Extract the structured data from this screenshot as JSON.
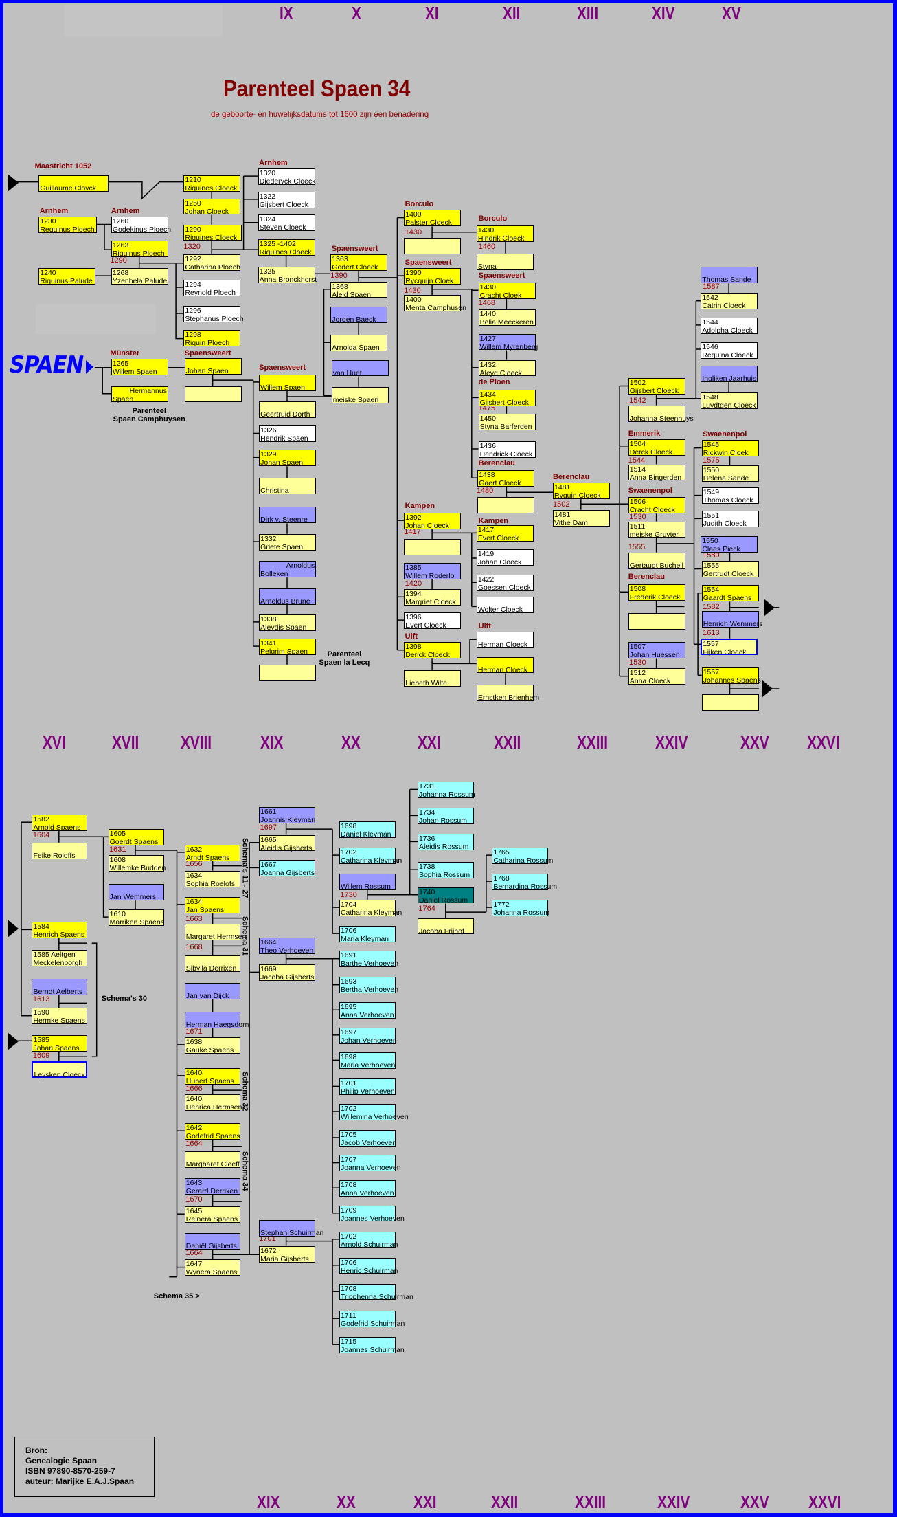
{
  "title": "Parenteel  Spaen 34",
  "subtitle": "de geboorte- en huwelijksdatums tot 1600 zijn een benadering",
  "logo": "SPAEN",
  "generations_top": [
    "IX",
    "X",
    "XI",
    "XII",
    "XIII",
    "XIV",
    "XV"
  ],
  "generations_mid": [
    "XVI",
    "XVII",
    "XVIII",
    "XIX",
    "XX",
    "XXI",
    "XXII",
    "XXIII",
    "XXIV",
    "XXV",
    "XXVI"
  ],
  "generations_bottom": [
    "XIX",
    "XX",
    "XXI",
    "XXII",
    "XXIII",
    "XXIV",
    "XXV",
    "XXVI"
  ],
  "notes": {
    "camphuysen": "Parenteel\nSpaen Camphuysen",
    "la_lecq": "Parenteel\nSpaen la Lecq",
    "schema30": "Schema's 30",
    "schema35": "Schema 35 >",
    "schema11_27": "Schema's 11 - 27",
    "schema31": "Schema 31",
    "schema32": "Schema 32",
    "schema34": "Schema 34"
  },
  "source": {
    "label": "Bron:",
    "book": "Genealogie Spaan",
    "isbn": "ISBN 97890-8570-259-7",
    "author": "auteur: Marijke E.A.J.Spaan"
  },
  "colors": {
    "line": "#ffff00",
    "spouse": "#ffff99",
    "child": "#ffffff",
    "inlaw": "#9999ff",
    "desc": "#99ffff",
    "focus": "#008080",
    "place": "#800000",
    "generation": "#800080",
    "border": "#0000ff"
  },
  "places": [
    "Maastricht 1052",
    "Arnhem",
    "Arnhem",
    "Arnhem",
    "Borculo",
    "Borculo",
    "Spaensweert",
    "Spaensweert",
    "Spaensweert",
    "Münster",
    "Spaensweert",
    "Spaensweert",
    "de Ploen",
    "Berenclau",
    "Berenclau",
    "Kampen",
    "Kampen",
    "Ulft",
    "Ulft",
    "Emmerik",
    "Swaenenpol",
    "Swaenenpol",
    "Berenclau"
  ],
  "marriage_years": [
    "1290",
    "1320",
    "1390",
    "1430",
    "1430",
    "1460",
    "1468",
    "1475",
    "1480",
    "1417",
    "1420",
    "1502",
    "1542",
    "1544",
    "1530",
    "1555",
    "1530",
    "1587",
    "1575",
    "1580",
    "1582",
    "1613",
    "1604",
    "1613",
    "1609",
    "1631",
    "1656",
    "1663",
    "1668",
    "1671",
    "1666",
    "1664",
    "1670",
    "1664",
    "1697",
    "1701",
    "1730",
    "1764"
  ],
  "persons": [
    {
      "y": "",
      "n": "Guillaume Clovck",
      "k": "line"
    },
    {
      "y": "1230",
      "n": "Requinus Ploech",
      "k": "line"
    },
    {
      "y": "1260",
      "n": "Godekinus Ploech",
      "k": "child"
    },
    {
      "y": "1263",
      "n": "Riquinus Ploech",
      "k": "line"
    },
    {
      "y": "1240",
      "n": "Riquinus Palude",
      "k": "line"
    },
    {
      "y": "1268",
      "n": "Yzenbela Palude",
      "k": "spouse"
    },
    {
      "y": "1210",
      "n": "Riquines Cloeck",
      "k": "line"
    },
    {
      "y": "1250",
      "n": "Johan Cloeck",
      "k": "line"
    },
    {
      "y": "1290",
      "n": "Riquines Cloeck",
      "k": "line"
    },
    {
      "y": "1292",
      "n": "Catharina Ploech",
      "k": "spouse"
    },
    {
      "y": "1294",
      "n": "Reynold Ploech",
      "k": "child"
    },
    {
      "y": "1296",
      "n": "Stephanus Ploech",
      "k": "child"
    },
    {
      "y": "1298",
      "n": "Riquin Ploech",
      "k": "line"
    },
    {
      "y": "1320",
      "n": "Diederyck Cloeck",
      "k": "child"
    },
    {
      "y": "1322",
      "n": "Gijsbert Cloeck",
      "k": "child"
    },
    {
      "y": "1324",
      "n": "Steven Cloeck",
      "k": "child"
    },
    {
      "y": "1325 -1402",
      "n": "Riquines Cloeck",
      "k": "line"
    },
    {
      "y": "1325",
      "n": "Anna Bronckhorst",
      "k": "spouse"
    },
    {
      "y": "1363",
      "n": "Godert Cloeck",
      "k": "line"
    },
    {
      "y": "1368",
      "n": "Aleid Spaen",
      "k": "spouse"
    },
    {
      "y": "",
      "n": "Jorden Baeck",
      "k": "inlaw"
    },
    {
      "y": "",
      "n": "Arnolda Spaen",
      "k": "spouse"
    },
    {
      "y": "",
      "n": "van Huet",
      "k": "inlaw"
    },
    {
      "y": "",
      "n": "meiske Spaen",
      "k": "spouse"
    },
    {
      "y": "1265",
      "n": "Willem Spaen",
      "k": "line"
    },
    {
      "y": "Hermannus",
      "n": "Spaen",
      "k": "line"
    },
    {
      "y": "",
      "n": "Johan Spaen",
      "k": "line"
    },
    {
      "y": "",
      "n": "",
      "k": "spouse"
    },
    {
      "y": "",
      "n": "Willem Spaen",
      "k": "line"
    },
    {
      "y": "",
      "n": "Geertruid Dorth",
      "k": "spouse"
    },
    {
      "y": "1326",
      "n": "Hendrik Spaen",
      "k": "child"
    },
    {
      "y": "1329",
      "n": "Johan Spaen",
      "k": "line"
    },
    {
      "y": "",
      "n": "Christina",
      "k": "spouse"
    },
    {
      "y": "",
      "n": "Dirk v. Steenre",
      "k": "inlaw"
    },
    {
      "y": "1332",
      "n": "Griete Spaen",
      "k": "spouse"
    },
    {
      "y": "Arnoldus",
      "n": "Bolleken",
      "k": "inlaw"
    },
    {
      "y": "",
      "n": "Arnoldus Brune",
      "k": "inlaw"
    },
    {
      "y": "1338",
      "n": "Aleydis Spaen",
      "k": "spouse"
    },
    {
      "y": "1341",
      "n": "Pelgrim Spaen",
      "k": "line"
    },
    {
      "y": "",
      "n": "",
      "k": "spouse"
    },
    {
      "y": "1400",
      "n": "Palster Cloeck",
      "k": "line"
    },
    {
      "y": "",
      "n": "",
      "k": "spouse"
    },
    {
      "y": "1390",
      "n": "Rycquijn Cloek",
      "k": "line"
    },
    {
      "y": "1400",
      "n": "Menta Camphusen",
      "k": "spouse"
    },
    {
      "y": "1430",
      "n": "Hindrik Cloeck",
      "k": "line"
    },
    {
      "y": "",
      "n": "Styna",
      "k": "spouse"
    },
    {
      "y": "1430",
      "n": "Cracht Cloek",
      "k": "line"
    },
    {
      "y": "1440",
      "n": "Belia Meeckeren",
      "k": "spouse"
    },
    {
      "y": "1427",
      "n": "Willem Myrenberg",
      "k": "inlaw"
    },
    {
      "y": "1432",
      "n": "Aleyd Cloeck",
      "k": "spouse"
    },
    {
      "y": "1434",
      "n": "Gijsbert Cloeck",
      "k": "line"
    },
    {
      "y": "1450",
      "n": "Styna Barferden",
      "k": "spouse"
    },
    {
      "y": "1436",
      "n": "Hendrick Cloeck",
      "k": "child"
    },
    {
      "y": "1438",
      "n": "Gaert Cloeck",
      "k": "line"
    },
    {
      "y": "",
      "n": "",
      "k": "spouse"
    },
    {
      "y": "1392",
      "n": "Johan Cloeck",
      "k": "line"
    },
    {
      "y": "",
      "n": "",
      "k": "spouse"
    },
    {
      "y": "1385",
      "n": "Willem Roderlo",
      "k": "inlaw"
    },
    {
      "y": "1394",
      "n": "Margriet Cloeck",
      "k": "spouse"
    },
    {
      "y": "1396",
      "n": "Evert Cloeck",
      "k": "child"
    },
    {
      "y": "1398",
      "n": "Derick Cloeck",
      "k": "line"
    },
    {
      "y": "",
      "n": "Liebeth Wilte",
      "k": "spouse"
    },
    {
      "y": "1417",
      "n": "Evert Cloeck",
      "k": "line"
    },
    {
      "y": "1419",
      "n": "Johan Cloeck",
      "k": "child"
    },
    {
      "y": "1422",
      "n": "Goessen Cloeck",
      "k": "child"
    },
    {
      "y": "",
      "n": "Wolter Cloeck",
      "k": "child"
    },
    {
      "y": "",
      "n": "Herman Cloeck",
      "k": "child"
    },
    {
      "y": "",
      "n": "Herman Cloeck",
      "k": "line"
    },
    {
      "y": "",
      "n": "Ernstken Brienhem",
      "k": "spouse"
    },
    {
      "y": "1481",
      "n": "Ryquin Cloeck",
      "k": "line"
    },
    {
      "y": "1481",
      "n": "Vithe Dam",
      "k": "spouse"
    },
    {
      "y": "1502",
      "n": "Gijsbert Cloeck",
      "k": "line"
    },
    {
      "y": "",
      "n": "Johanna Steenhuys",
      "k": "spouse"
    },
    {
      "y": "1504",
      "n": "Derck Cloeck",
      "k": "line"
    },
    {
      "y": "1514",
      "n": "Anna Bingerden",
      "k": "spouse"
    },
    {
      "y": "1506",
      "n": "Cracht Cloeck",
      "k": "line"
    },
    {
      "y": "1511",
      "n": "meiske Gruyter",
      "k": "spouse"
    },
    {
      "y": "",
      "n": "Gertaudt Buchell",
      "k": "spouse"
    },
    {
      "y": "1508",
      "n": "Frederik Cloeck",
      "k": "line"
    },
    {
      "y": "",
      "n": "",
      "k": "spouse"
    },
    {
      "y": "1507",
      "n": "Johan Huessen",
      "k": "inlaw"
    },
    {
      "y": "1512",
      "n": "Anna Cloeck",
      "k": "spouse"
    },
    {
      "y": "",
      "n": "Thomas Sande",
      "k": "inlaw"
    },
    {
      "y": "1542",
      "n": "Catrin Cloeck",
      "k": "spouse"
    },
    {
      "y": "1544",
      "n": "Adolpha Cloeck",
      "k": "child"
    },
    {
      "y": "1546",
      "n": "Requina Cloeck",
      "k": "child"
    },
    {
      "y": "",
      "n": "Ingliken Jaarhuis",
      "k": "inlaw"
    },
    {
      "y": "1548",
      "n": "Luydtgen Cloeck",
      "k": "spouse"
    },
    {
      "y": "1545",
      "n": "Rickwin Cloek",
      "k": "line"
    },
    {
      "y": "1550",
      "n": "Helena Sande",
      "k": "spouse"
    },
    {
      "y": "1549",
      "n": "Thomas Cloeck",
      "k": "child"
    },
    {
      "y": "1551",
      "n": "Judith Cloeck",
      "k": "child"
    },
    {
      "y": "1550",
      "n": "Claes Pieck",
      "k": "inlaw"
    },
    {
      "y": "1555",
      "n": "Gertrudt Cloeck",
      "k": "spouse"
    },
    {
      "y": "1554",
      "n": "Gaardt Spaens",
      "k": "line"
    },
    {
      "y": "",
      "n": "Henrich Wemmers",
      "k": "inlaw"
    },
    {
      "y": "1557",
      "n": "Fijken Cloeck",
      "k": "spouse",
      "hl": true
    },
    {
      "y": "1557",
      "n": "Johannes Spaens",
      "k": "line"
    },
    {
      "y": "",
      "n": "",
      "k": "spouse"
    },
    {
      "y": "1582",
      "n": "Arnold Spaens",
      "k": "line"
    },
    {
      "y": "",
      "n": "Feike Roloffs",
      "k": "spouse"
    },
    {
      "y": "1584",
      "n": "Henrich Spaens",
      "k": "line"
    },
    {
      "y": "1585     Aeltgen",
      "n": "Meckelenborgh",
      "k": "spouse"
    },
    {
      "y": "",
      "n": "Berndt Aelberts",
      "k": "inlaw"
    },
    {
      "y": "1590",
      "n": "Hermke Spaens",
      "k": "spouse"
    },
    {
      "y": "1585",
      "n": "Johan Spaens",
      "k": "line"
    },
    {
      "y": "",
      "n": "Leysken Cloeck",
      "k": "spouse",
      "hl": true
    },
    {
      "y": "1605",
      "n": "Goerdt Spaens",
      "k": "line"
    },
    {
      "y": "1608",
      "n": "Willemke Budden",
      "k": "spouse"
    },
    {
      "y": "",
      "n": "Jan Wemmers",
      "k": "inlaw"
    },
    {
      "y": "1610",
      "n": "Marriken Spaens",
      "k": "spouse"
    },
    {
      "y": "1632",
      "n": "Arndt Spaens",
      "k": "line"
    },
    {
      "y": "1634",
      "n": "Sophia Roelofs",
      "k": "spouse"
    },
    {
      "y": "1634",
      "n": "Jan Spaens",
      "k": "line"
    },
    {
      "y": "",
      "n": "Margaret Hermsen",
      "k": "spouse"
    },
    {
      "y": "",
      "n": "Sibylla Derrixen",
      "k": "spouse"
    },
    {
      "y": "",
      "n": "Jan van Dijck",
      "k": "inlaw"
    },
    {
      "y": "",
      "n": "Herman Haegsdorn",
      "k": "inlaw"
    },
    {
      "y": "1638",
      "n": "Gauke Spaens",
      "k": "spouse"
    },
    {
      "y": "1640",
      "n": "Hubert Spaens",
      "k": "line"
    },
    {
      "y": "1640",
      "n": "Henrica Hermsen",
      "k": "spouse"
    },
    {
      "y": "1642",
      "n": "Godefrid Spaens",
      "k": "line"
    },
    {
      "y": "",
      "n": "Margharet Cleeff",
      "k": "spouse"
    },
    {
      "y": "1643",
      "n": "Gerard Derrixen",
      "k": "inlaw"
    },
    {
      "y": "1645",
      "n": "Reinera Spaens",
      "k": "spouse"
    },
    {
      "y": "",
      "n": "Daniël Gijsberts",
      "k": "inlaw"
    },
    {
      "y": "1647",
      "n": "Wynera Spaens",
      "k": "spouse"
    },
    {
      "y": "1661",
      "n": "Joannis Kleyman",
      "k": "inlaw"
    },
    {
      "y": "1665",
      "n": "Aleidis Gijsberts",
      "k": "spouse"
    },
    {
      "y": "1667",
      "n": "Joanna Gijsberts",
      "k": "desc"
    },
    {
      "y": "1664",
      "n": "Theo Verhoeven",
      "k": "inlaw"
    },
    {
      "y": "1669",
      "n": "Jacoba Gijsberts",
      "k": "spouse"
    },
    {
      "y": "",
      "n": "Stephan Schuirman",
      "k": "inlaw"
    },
    {
      "y": "1672",
      "n": "Maria Gijsberts",
      "k": "spouse"
    },
    {
      "y": "1698",
      "n": "Daniël Kleyman",
      "k": "desc"
    },
    {
      "y": "1702",
      "n": "Catharina Kleyman",
      "k": "desc"
    },
    {
      "y": "",
      "n": "Willem Rossum",
      "k": "inlaw"
    },
    {
      "y": "1704",
      "n": "Catharina Kleyman",
      "k": "spouse"
    },
    {
      "y": "1706",
      "n": "Maria Kleyman",
      "k": "desc"
    },
    {
      "y": "1691",
      "n": "Barthe Verhoeven",
      "k": "desc"
    },
    {
      "y": "1693",
      "n": "Bertha Verhoeven",
      "k": "desc"
    },
    {
      "y": "1695",
      "n": "Anna Verhoeven",
      "k": "desc"
    },
    {
      "y": "1697",
      "n": "Johan Verhoeven",
      "k": "desc"
    },
    {
      "y": "1698",
      "n": "Maria Verhoeven",
      "k": "desc"
    },
    {
      "y": "1701",
      "n": "Philip Verhoeven",
      "k": "desc"
    },
    {
      "y": "1702",
      "n": "Willemina Verhoeven",
      "k": "desc"
    },
    {
      "y": "1705",
      "n": "Jacob Verhoeven",
      "k": "desc"
    },
    {
      "y": "1707",
      "n": "Joanna Verhoeven",
      "k": "desc"
    },
    {
      "y": "1708",
      "n": "Anna Verhoeven",
      "k": "desc"
    },
    {
      "y": "1709",
      "n": "Joannes Verhoeven",
      "k": "desc"
    },
    {
      "y": "1702",
      "n": "Arnold Schuirman",
      "k": "desc"
    },
    {
      "y": "1706",
      "n": "Henric Schuirman",
      "k": "desc"
    },
    {
      "y": "1708",
      "n": "Tripphenna Schuirman",
      "k": "desc"
    },
    {
      "y": "1711",
      "n": "Godefrid Schuirman",
      "k": "desc"
    },
    {
      "y": "1715",
      "n": "Joannes Schuirman",
      "k": "desc"
    },
    {
      "y": "1731",
      "n": "Johanna Rossum",
      "k": "desc"
    },
    {
      "y": "1734",
      "n": "Johan Rossum",
      "k": "desc"
    },
    {
      "y": "1736",
      "n": "Aleidis Rossum",
      "k": "desc"
    },
    {
      "y": "1738",
      "n": "Sophia Rossum",
      "k": "desc"
    },
    {
      "y": "1740",
      "n": "Daniël Rossum",
      "k": "focus"
    },
    {
      "y": "",
      "n": "Jacoba Frijhof",
      "k": "spouse"
    },
    {
      "y": "1765",
      "n": "Catharina Rossum",
      "k": "desc"
    },
    {
      "y": "1768",
      "n": "Bernardina Rossum",
      "k": "desc"
    },
    {
      "y": "1772",
      "n": "Johanna Rossum",
      "k": "desc"
    }
  ]
}
